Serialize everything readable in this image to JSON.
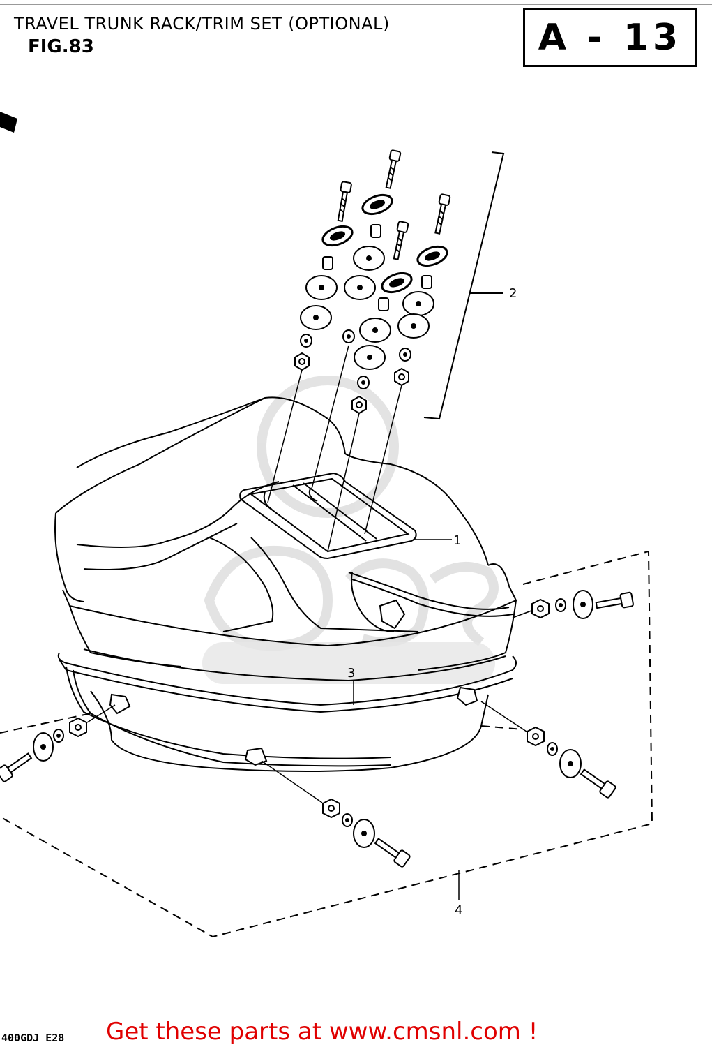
{
  "header": {
    "title": "TRAVEL TRUNK RACK/TRIM SET (OPTIONAL)",
    "figure": "FIG.83",
    "page_code": "A - 13"
  },
  "callouts": [
    "1",
    "2",
    "3",
    "4"
  ],
  "footer": {
    "model_code": "400GDJ E28",
    "link_text": "Get these parts at www.cmsnl.com !"
  },
  "colors": {
    "line": "#000000",
    "link": "#e00000",
    "watermark": "#d8d8d8"
  }
}
